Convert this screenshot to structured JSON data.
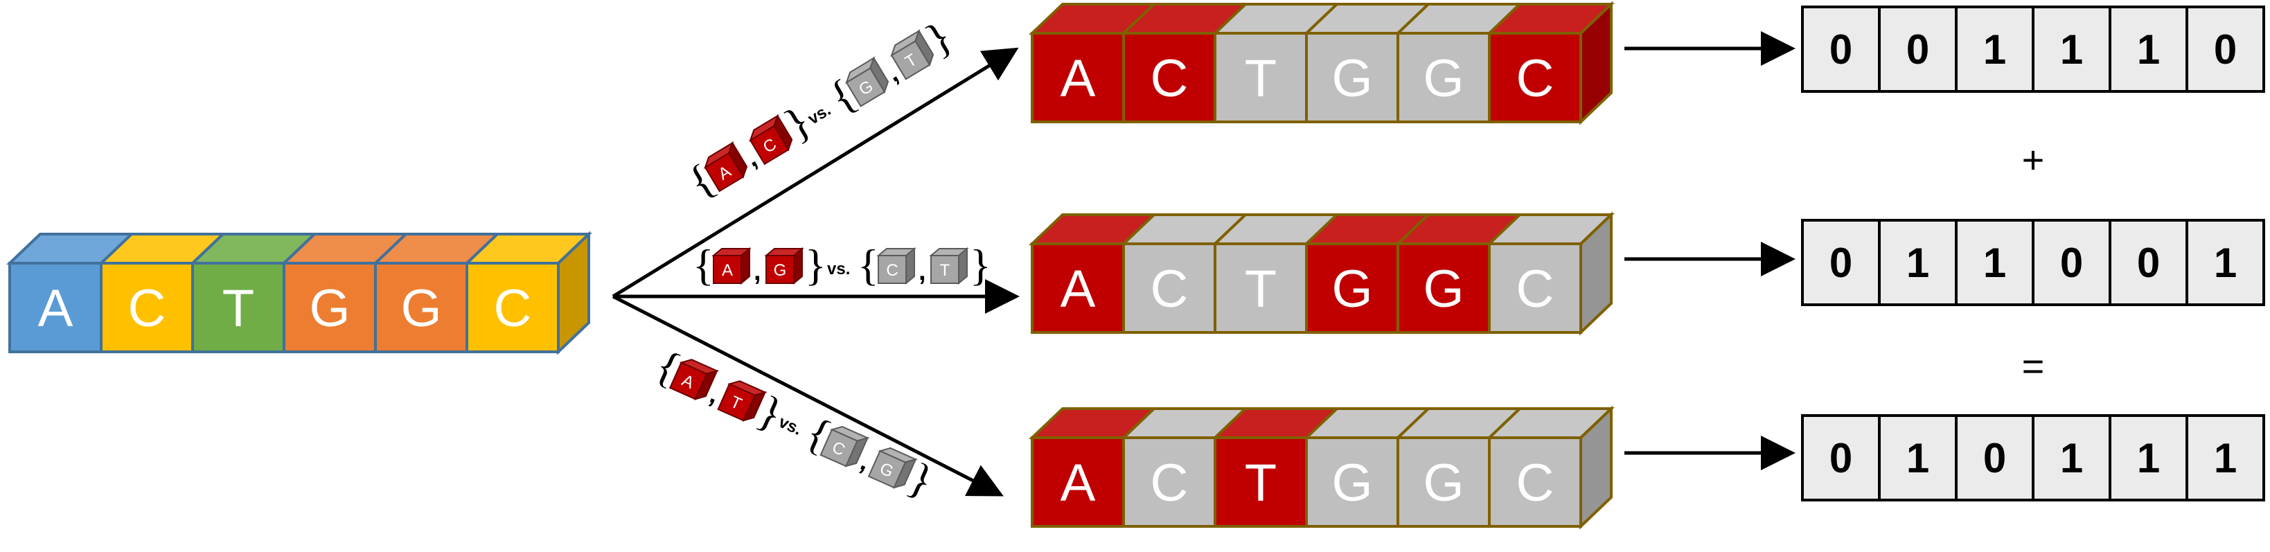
{
  "colors": {
    "A": "#5b9bd5",
    "C": "#ffc000",
    "T": "#70ad47",
    "G": "#ed7d31",
    "red": "#c00000",
    "gray": "#bfbfbf",
    "bit_bg": "#ebebeb"
  },
  "input_sequence": [
    "A",
    "C",
    "T",
    "G",
    "G",
    "C"
  ],
  "encodings": [
    {
      "group_1": [
        "A",
        "C"
      ],
      "vs_label": "vs.",
      "group_2": [
        "G",
        "T"
      ],
      "highlight": [
        true,
        true,
        false,
        false,
        false,
        true
      ],
      "bits": [
        "0",
        "0",
        "1",
        "1",
        "1",
        "0"
      ]
    },
    {
      "group_1": [
        "A",
        "G"
      ],
      "vs_label": "vs.",
      "group_2": [
        "C",
        "T"
      ],
      "highlight": [
        true,
        false,
        false,
        true,
        true,
        false
      ],
      "bits": [
        "0",
        "1",
        "1",
        "0",
        "0",
        "1"
      ]
    },
    {
      "group_1": [
        "A",
        "T"
      ],
      "vs_label": "vs.",
      "group_2": [
        "C",
        "G"
      ],
      "highlight": [
        true,
        false,
        true,
        false,
        false,
        false
      ],
      "bits": [
        "0",
        "1",
        "0",
        "1",
        "1",
        "1"
      ]
    }
  ],
  "operators": [
    "+",
    "="
  ]
}
